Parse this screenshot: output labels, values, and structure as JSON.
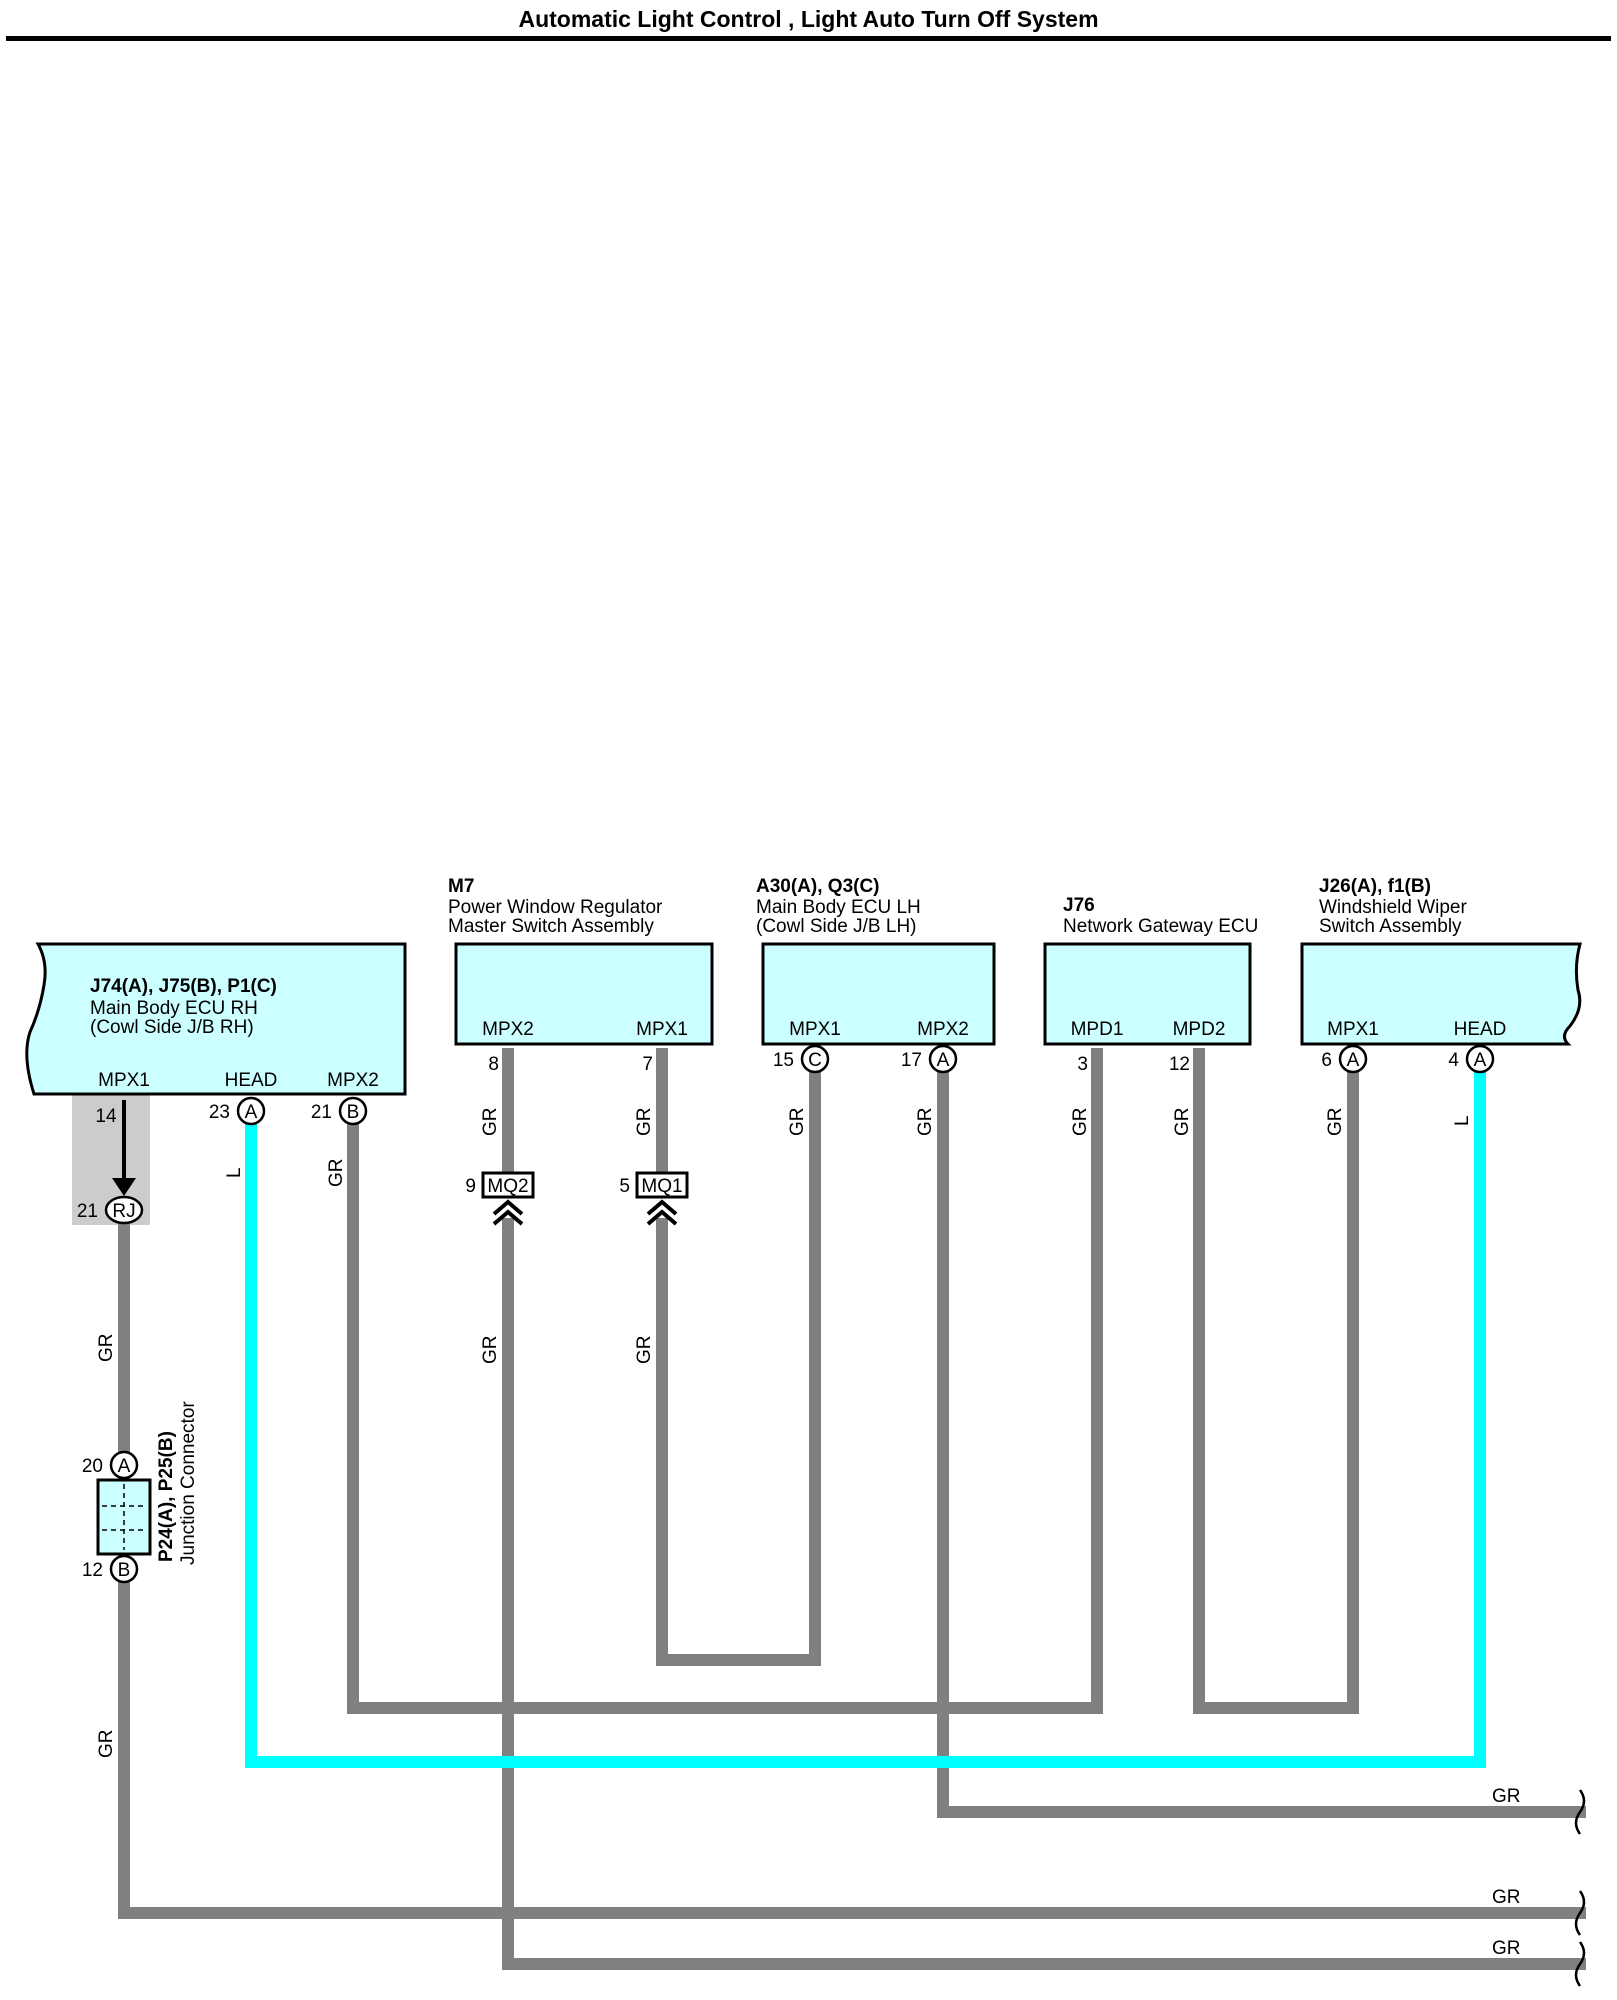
{
  "title": "Automatic Light Control , Light Auto Turn Off System",
  "components": {
    "main_body_ecu_rh": {
      "connectors": "J74(A), J75(B), P1(C)",
      "name_line1": "Main Body ECU RH",
      "name_line2": "(Cowl Side J/B RH)",
      "pins": [
        {
          "label": "MPX1",
          "number": "14",
          "connector": ""
        },
        {
          "label": "HEAD",
          "number": "23",
          "connector": "A"
        },
        {
          "label": "MPX2",
          "number": "21",
          "connector": "B"
        }
      ]
    },
    "power_window_master": {
      "connectors": "M7",
      "name_line1": "Power Window Regulator",
      "name_line2": "Master Switch Assembly",
      "pins": [
        {
          "label": "MPX2",
          "number": "8",
          "connector": ""
        },
        {
          "label": "MPX1",
          "number": "7",
          "connector": ""
        }
      ]
    },
    "main_body_ecu_lh": {
      "connectors": "A30(A), Q3(C)",
      "name_line1": "Main Body ECU LH",
      "name_line2": "(Cowl Side J/B LH)",
      "pins": [
        {
          "label": "MPX1",
          "number": "15",
          "connector": "C"
        },
        {
          "label": "MPX2",
          "number": "17",
          "connector": "A"
        }
      ]
    },
    "network_gateway": {
      "connectors": "J76",
      "name_line1": "Network Gateway ECU",
      "pins": [
        {
          "label": "MPD1",
          "number": "3",
          "connector": ""
        },
        {
          "label": "MPD2",
          "number": "12",
          "connector": ""
        }
      ]
    },
    "wiper_switch": {
      "connectors": "J26(A), f1(B)",
      "name_line1": "Windshield Wiper",
      "name_line2": "Switch Assembly",
      "pins": [
        {
          "label": "MPX1",
          "number": "6",
          "connector": "A"
        },
        {
          "label": "HEAD",
          "number": "4",
          "connector": "A"
        }
      ]
    },
    "junction_connector": {
      "connectors": "P24(A), P25(B)",
      "name": "Junction Connector",
      "pin_top": {
        "number": "20",
        "connector": "A"
      },
      "pin_bottom": {
        "number": "12",
        "connector": "B"
      }
    }
  },
  "splices": {
    "rj": {
      "number": "21",
      "label": "RJ"
    },
    "mq2": {
      "number": "9",
      "label": "MQ2"
    },
    "mq1": {
      "number": "5",
      "label": "MQ1"
    }
  },
  "wire_colors": {
    "gray": "GR",
    "blue": "L"
  },
  "colors": {
    "gray_wire": "#808080",
    "blue_wire": "#00ffff",
    "component_fill": "#ccffff",
    "shield": "#cccccc"
  }
}
